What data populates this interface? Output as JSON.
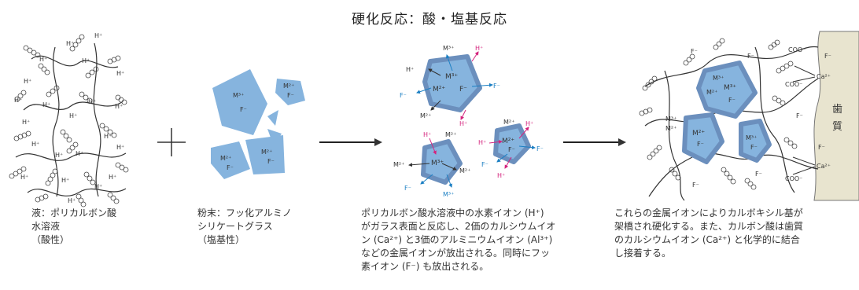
{
  "title": "硬化反応：酸・塩基反応",
  "colors": {
    "crystal": "#86b4de",
    "crystal_dark": "#5f84b2",
    "h_ion": "#d4237d",
    "f_ion": "#1b7fc3",
    "tooth": "#e8e4cf",
    "chain": "#333333"
  },
  "captions": {
    "liquid": "液：ポリカルボン酸\n水溶液\n（酸性）",
    "powder": "粉末：フッ化アルミノ\nシリケートグラス\n（塩基性）",
    "reaction": "ポリカルボン酸水溶液中の水素イオン (H⁺)\nがガラス表面と反応し、2価のカルシウムイオ\nン (Ca²⁺) と3価のアルミニウムイオン (Al³⁺)\nなどの金属イオンが放出される。同時にフッ\n素イオン (F⁻) も放出される。",
    "result": "これらの金属イオンによりカルボキシル基が\n架橋され硬化する。また、カルボン酸は歯質\nのカルシウムイオン (Ca²⁺) と化学的に結合\nし接着する。"
  },
  "labels": {
    "h": "H⁺",
    "f": "F⁻",
    "m2": "M²⁺",
    "m3": "M³⁺",
    "coo": "COO⁻",
    "ca": "Ca²⁺",
    "plus": "+",
    "tooth1": "歯",
    "tooth2": "質"
  }
}
